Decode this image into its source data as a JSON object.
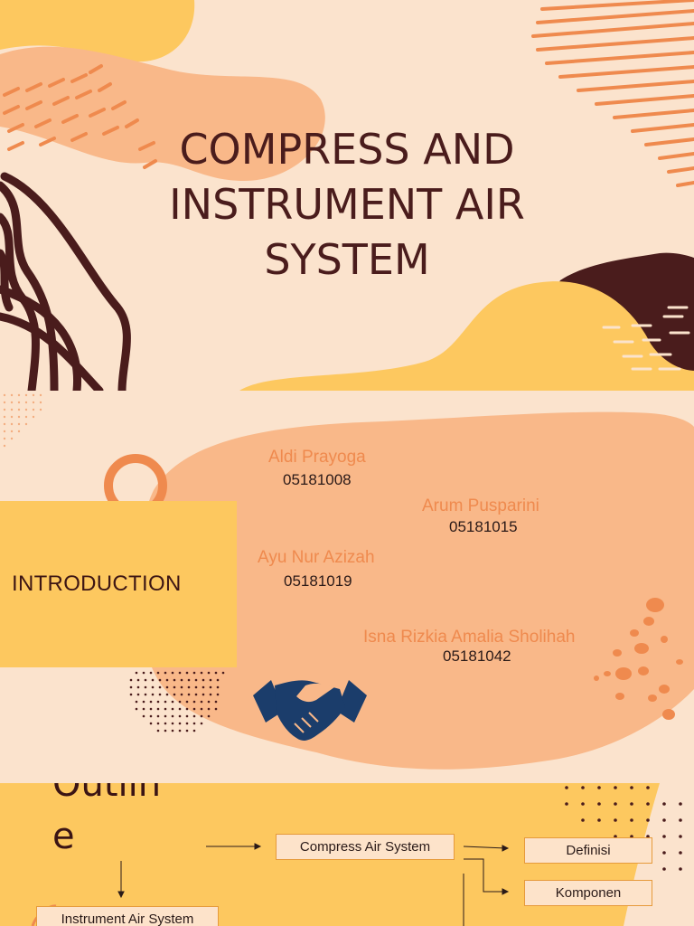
{
  "slide1": {
    "title_line1": "COMPRESS AND",
    "title_line2": "INSTRUMENT AIR",
    "title_line3": "SYSTEM"
  },
  "slide2": {
    "section_label": "INTRODUCTION",
    "members": [
      {
        "name": "Aldi Prayoga",
        "id": "05181008"
      },
      {
        "name": "Arum Pusparini",
        "id": "05181015"
      },
      {
        "name": "Ayu Nur Azizah",
        "id": "05181019"
      },
      {
        "name": "Isna Rizkia Amalia Sholihah",
        "id": "05181042"
      }
    ],
    "icon": "handshake-icon"
  },
  "slide3": {
    "title_part1": "Outlin",
    "title_part2": "e",
    "boxes": {
      "compress": "Compress Air System",
      "instrument": "Instrument Air System",
      "definisi": "Definisi",
      "komponen": "Komponen"
    }
  },
  "colors": {
    "maroon": "#4a1c1c",
    "peach": "#fbe3cd",
    "orange": "#ef8a4e",
    "yellow": "#fdc85f",
    "salmon": "#f9b889",
    "navy": "#1b3d6b"
  }
}
